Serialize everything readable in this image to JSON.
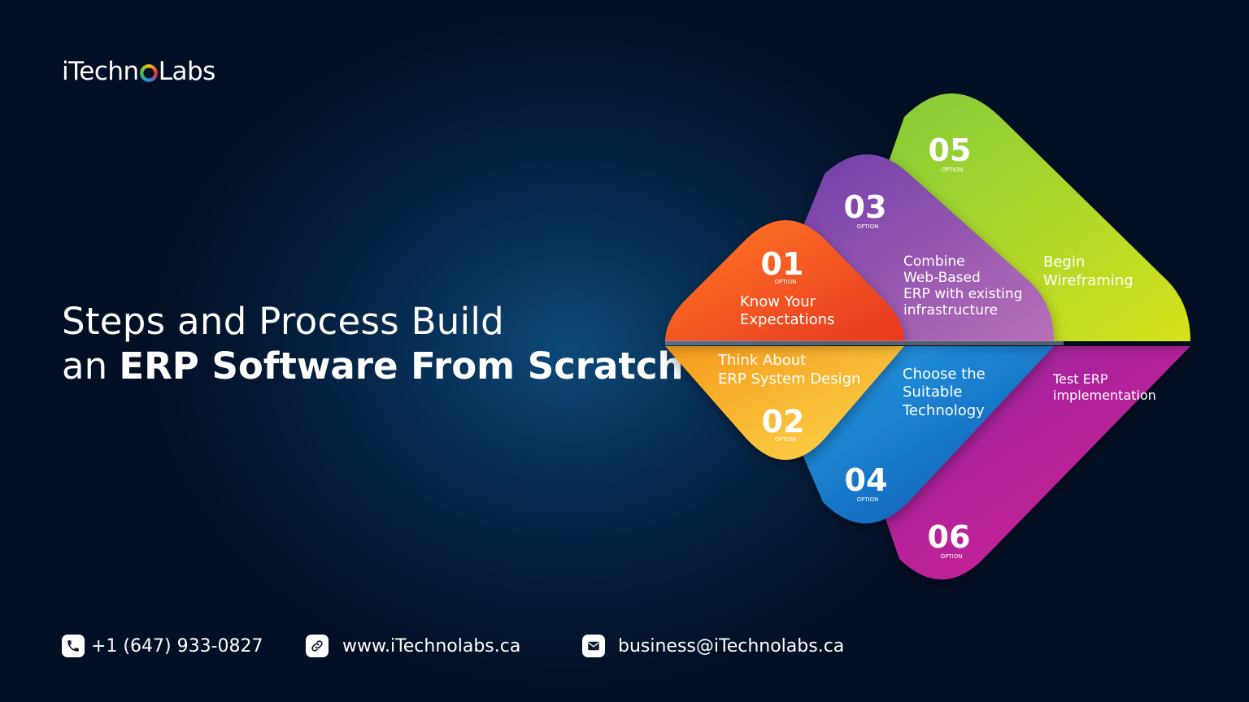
{
  "brand": {
    "prefix": "iTechn",
    "suffix": "Labs"
  },
  "headline": {
    "line1": "Steps and Process Build",
    "line2_plain": "an ",
    "line2_bold": "ERP Software From Scratch"
  },
  "steps": [
    {
      "num": "01",
      "tag": "OPTION",
      "lines": [
        "Know Your",
        "Expectations"
      ],
      "color": "#f2511f"
    },
    {
      "num": "02",
      "tag": "OPTION",
      "lines": [
        "Think About",
        "ERP System Design"
      ],
      "color": "#f7b325"
    },
    {
      "num": "03",
      "tag": "OPTION",
      "lines": [
        "Combine",
        "Web-Based",
        "ERP with existing",
        "infrastructure"
      ],
      "color": "#8a4bb8"
    },
    {
      "num": "04",
      "tag": "OPTION",
      "lines": [
        "Choose the",
        "Suitable",
        "Technology"
      ],
      "color": "#1f7cd6"
    },
    {
      "num": "05",
      "tag": "OPTION",
      "lines": [
        "Begin",
        "Wireframing"
      ],
      "color": "#a6d630"
    },
    {
      "num": "06",
      "tag": "OPTION",
      "lines": [
        "Test ERP",
        "implementation"
      ],
      "color": "#c21a9a"
    }
  ],
  "contacts": {
    "phone": "+1 (647) 933-0827",
    "website": "www.iTechnolabs.ca",
    "email": "business@iTechnolabs.ca"
  }
}
